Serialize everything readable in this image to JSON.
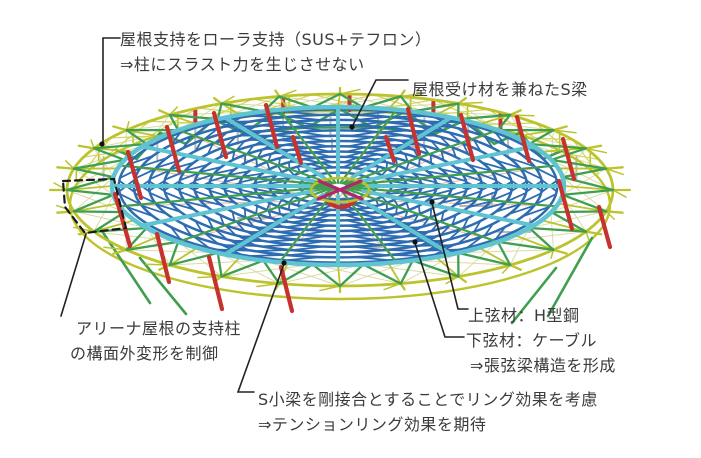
{
  "figure": {
    "title": "arena-roof-structure-diagram",
    "background": "#ffffff",
    "annotations": {
      "roller_support": {
        "line1": "屋根支持をローラ支持（SUS+テフロン）",
        "line2": "⇒柱にスラスト力を生じさせない"
      },
      "s_beam": {
        "text": "屋根受け材を兼ねたS梁"
      },
      "arena_column": {
        "line1": "アリーナ屋根の支持柱",
        "line2": "の構面外変形を制御"
      },
      "upper_chord": {
        "text": "上弦材：H型鋼"
      },
      "lower_chord": {
        "line1": "下弦材：ケーブル",
        "line2": "⇒張弦梁構造を形成"
      },
      "ring_effect": {
        "line1": "S小梁を剛接合とすることでリング効果を考慮",
        "line2": "⇒テンションリング効果を期待"
      }
    },
    "colors": {
      "outer_ring_yellow": "#bcc32d",
      "band_mesh_khaki": "#d6d89a",
      "ring_link_yellow": "#d0d455",
      "truss_green": "#3f9f4e",
      "ring_blue": "#2e6cb2",
      "beam_cyan": "#5fc3d1",
      "column_red": "#c7322e",
      "cable_salmon": "#ecb4a8",
      "frame_gray": "#b9b9b9",
      "hub_magenta": "#b3256d",
      "leader_black": "#222222",
      "text": "#3b3b3b"
    }
  }
}
